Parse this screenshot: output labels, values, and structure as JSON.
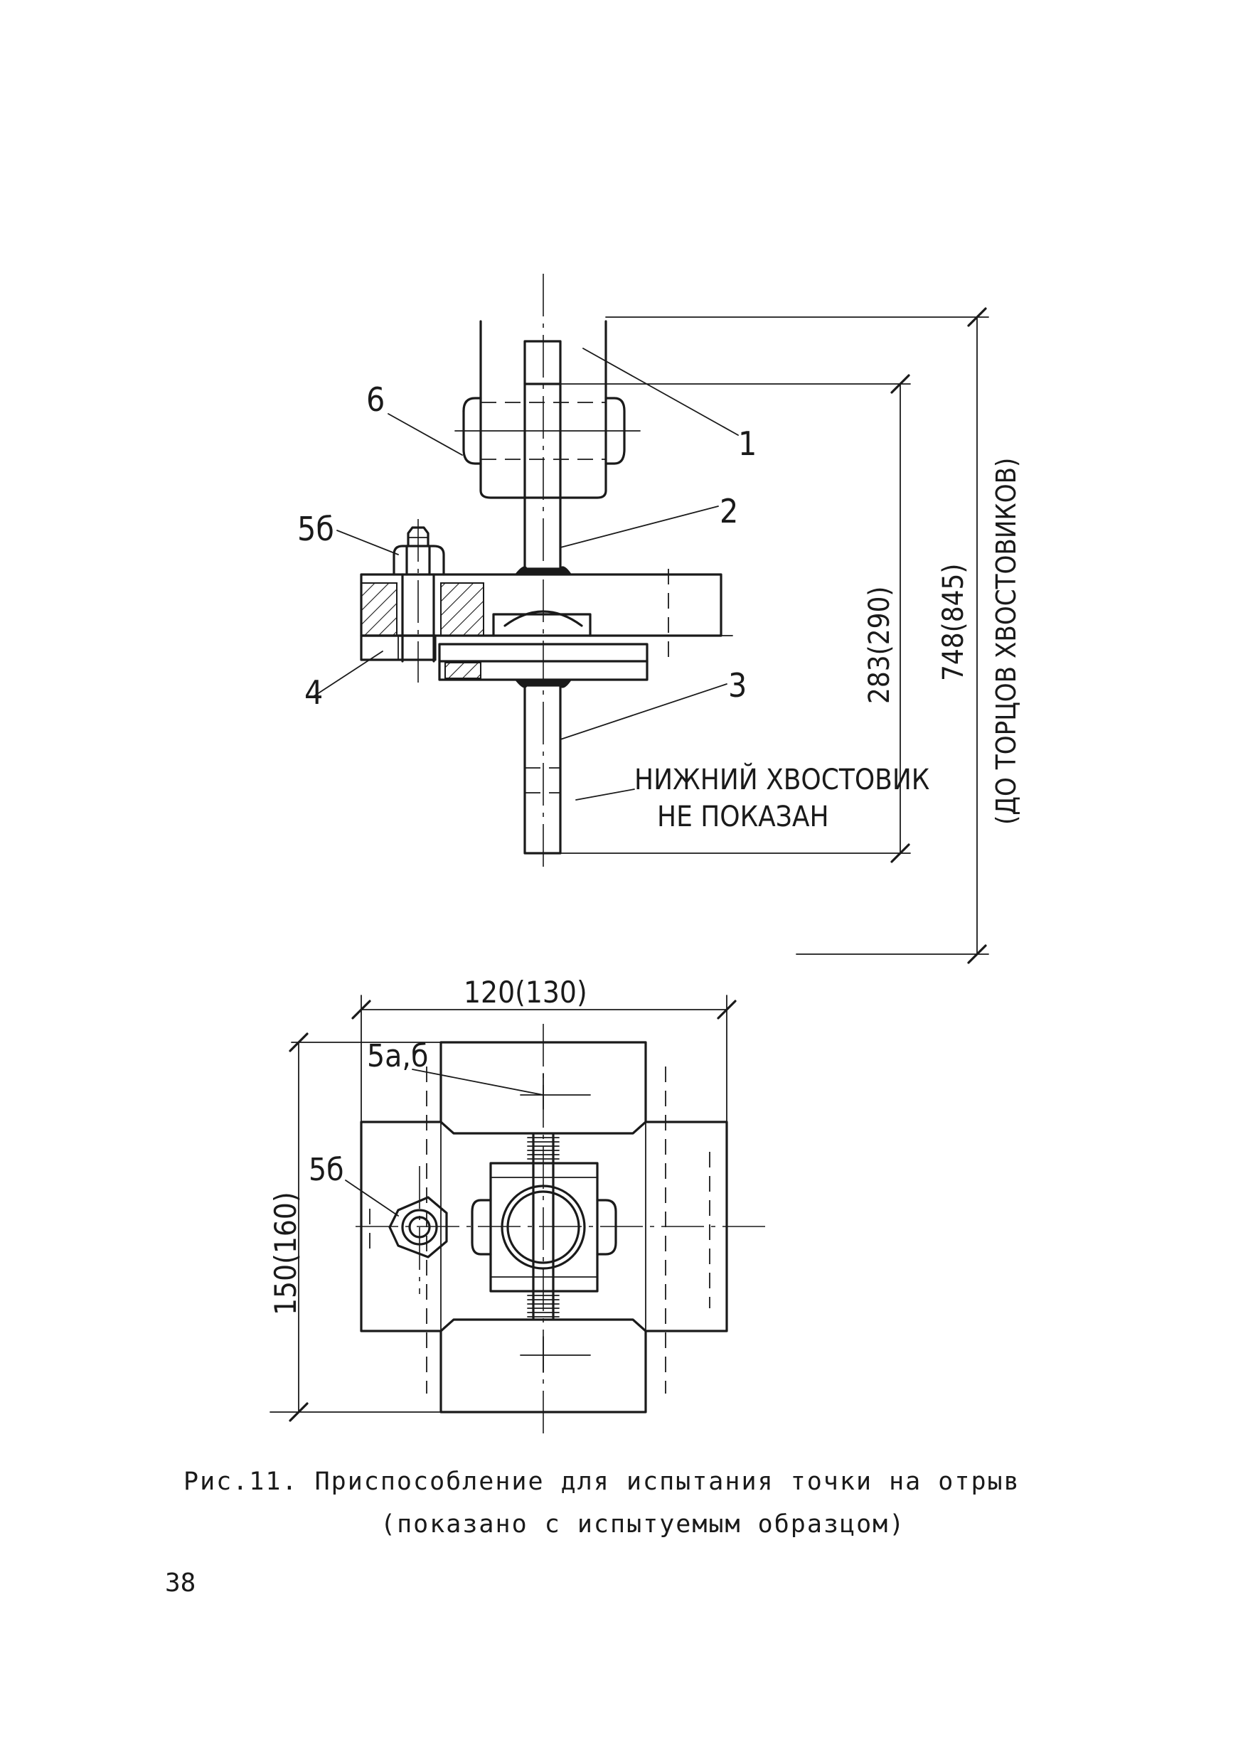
{
  "figure": {
    "side_view": {
      "parts": [
        "6",
        "1",
        "2",
        "5б",
        "4",
        "3"
      ],
      "dimension_height": "283(290)",
      "dimension_total": "748(845)",
      "dimension_total_note": "(ДО ТОРЦОВ ХВОСТОВИКОВ)",
      "note_line1": "НИЖНИЙ ХВОСТОВИК",
      "note_line2": "НЕ ПОКАЗАН"
    },
    "plan_view": {
      "dimension_width": "120(130)",
      "dimension_height": "150(160)",
      "label_5ab": "5а,б",
      "label_5b": "5б"
    }
  },
  "caption": {
    "line1": "Рис.11. Приспособление для испытания точки на отрыв",
    "line2": "(показано с испытуемым образцом)"
  },
  "page_number": "38"
}
